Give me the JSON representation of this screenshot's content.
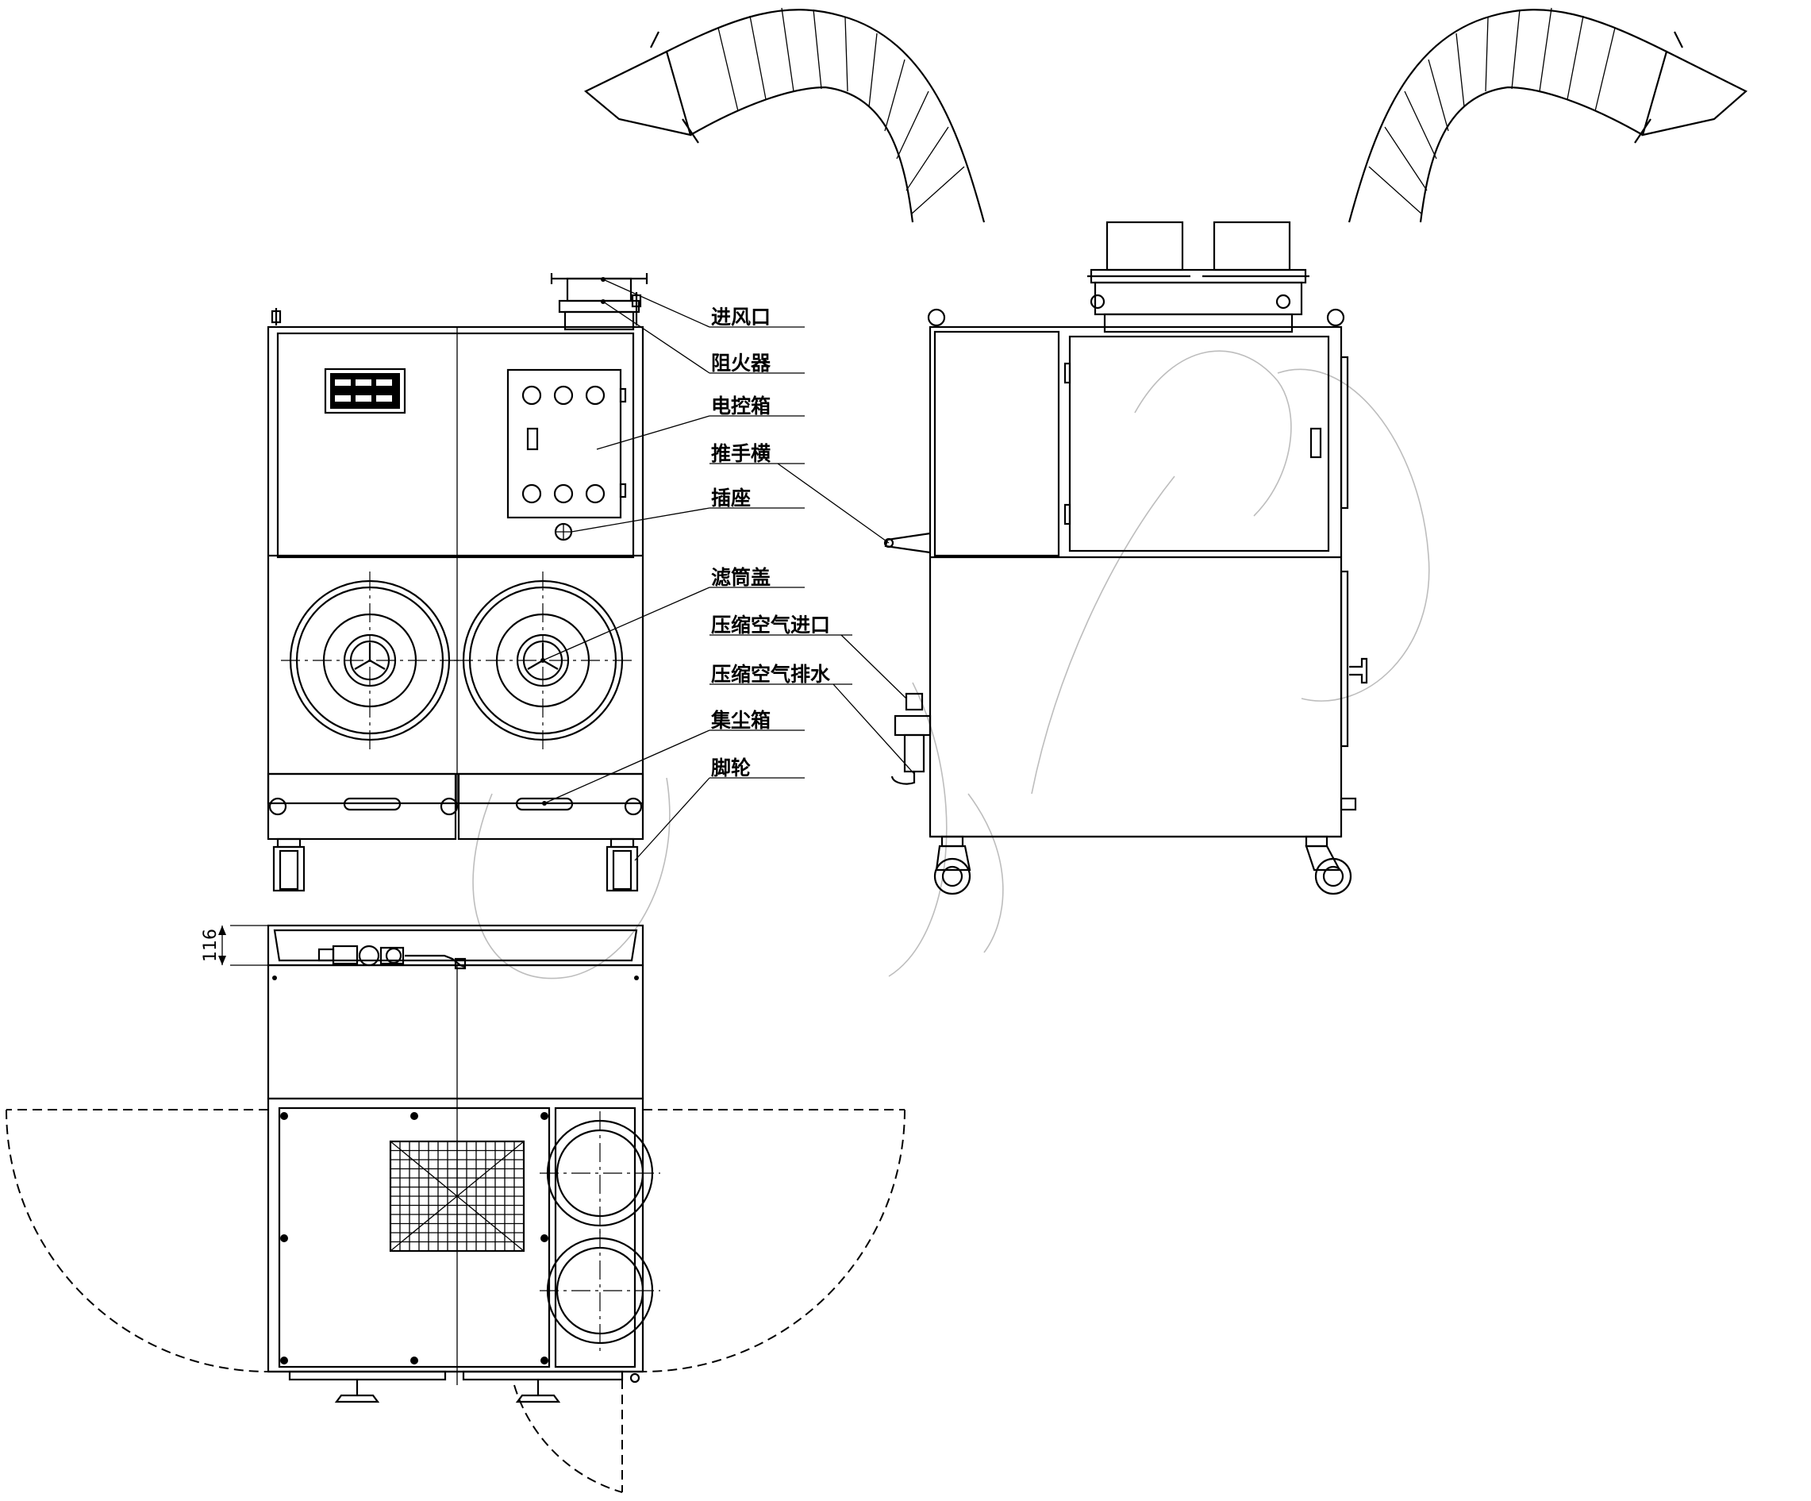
{
  "labels": [
    {
      "id": "air-inlet",
      "text": "进风口"
    },
    {
      "id": "flame-arrester",
      "text": "阻火器"
    },
    {
      "id": "control-box",
      "text": "电控箱"
    },
    {
      "id": "push-handle",
      "text": "推手横"
    },
    {
      "id": "socket",
      "text": "插座"
    },
    {
      "id": "filter-cover",
      "text": "滤筒盖"
    },
    {
      "id": "compressed-air-inlet",
      "text": "压缩空气进口"
    },
    {
      "id": "compressed-air-drain",
      "text": "压缩空气排水"
    },
    {
      "id": "dust-box",
      "text": "集尘箱"
    },
    {
      "id": "caster",
      "text": "脚轮"
    }
  ],
  "dimension": {
    "value": "116"
  }
}
